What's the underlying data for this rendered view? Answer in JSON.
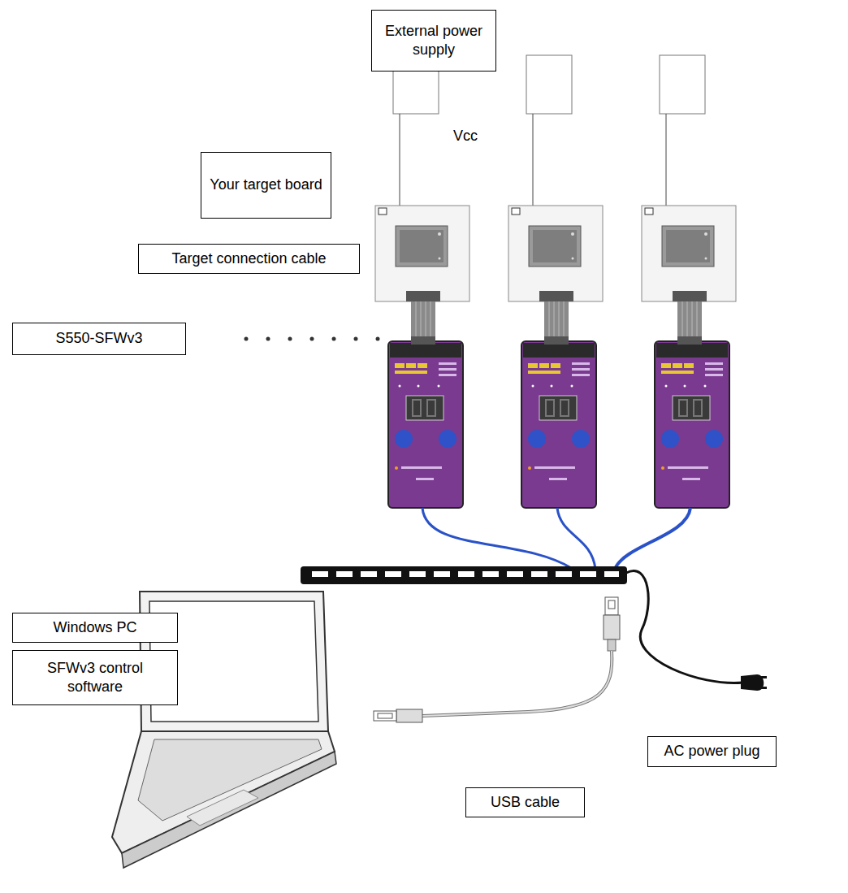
{
  "diagram": {
    "nodes": [
      {
        "text": [
          "External power supply"
        ]
      },
      {
        "text": [
          "Your target board"
        ]
      },
      {
        "text": [
          "Target connection cable"
        ]
      },
      {
        "text": [
          "S550-SFWv3"
        ]
      },
      {
        "text": [
          "Windows PC"
        ]
      },
      {
        "text": [
          "SFWv3 control software"
        ]
      },
      {
        "text": [
          "AC power plug"
        ]
      },
      {
        "text": [
          "USB cable"
        ]
      }
    ],
    "labels": [
      "Vcc"
    ]
  }
}
